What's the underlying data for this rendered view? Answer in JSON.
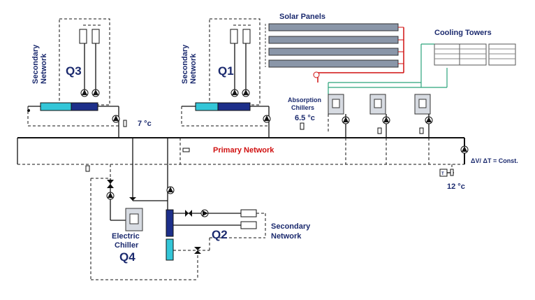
{
  "labels": {
    "solar_panels": "Solar Panels",
    "cooling_towers": "Cooling Towers",
    "absorption_chillers_1": "Absorption",
    "absorption_chillers_2": "Chillers",
    "secondary_network_left_1": "Secondary",
    "secondary_network_left_2": "Network",
    "secondary_network_mid_1": "Secondary",
    "secondary_network_mid_2": "Network",
    "secondary_network_right_1": "Secondary",
    "secondary_network_right_2": "Network",
    "primary_network": "Primary Network",
    "q1": "Q1",
    "q2": "Q2",
    "q3": "Q3",
    "q4": "Q4",
    "electric_chiller_1": "Electric",
    "electric_chiller_2": "Chiller",
    "temp_7": "7 °c",
    "temp_65": "6.5 °c",
    "temp_12": "12 °c",
    "flow_formula": "ΔV/ ΔT = Const.",
    "sensor_t": "T"
  },
  "colors": {
    "label_blue": "#1b2a6e",
    "primary_red": "#d01010",
    "solar_panel": "#8a96a8",
    "exchanger_cyan": "#33c6d8",
    "exchanger_navy": "#1d2f8a",
    "solar_pipe": "#d01010",
    "tower_pipe": "#2aa37a"
  }
}
